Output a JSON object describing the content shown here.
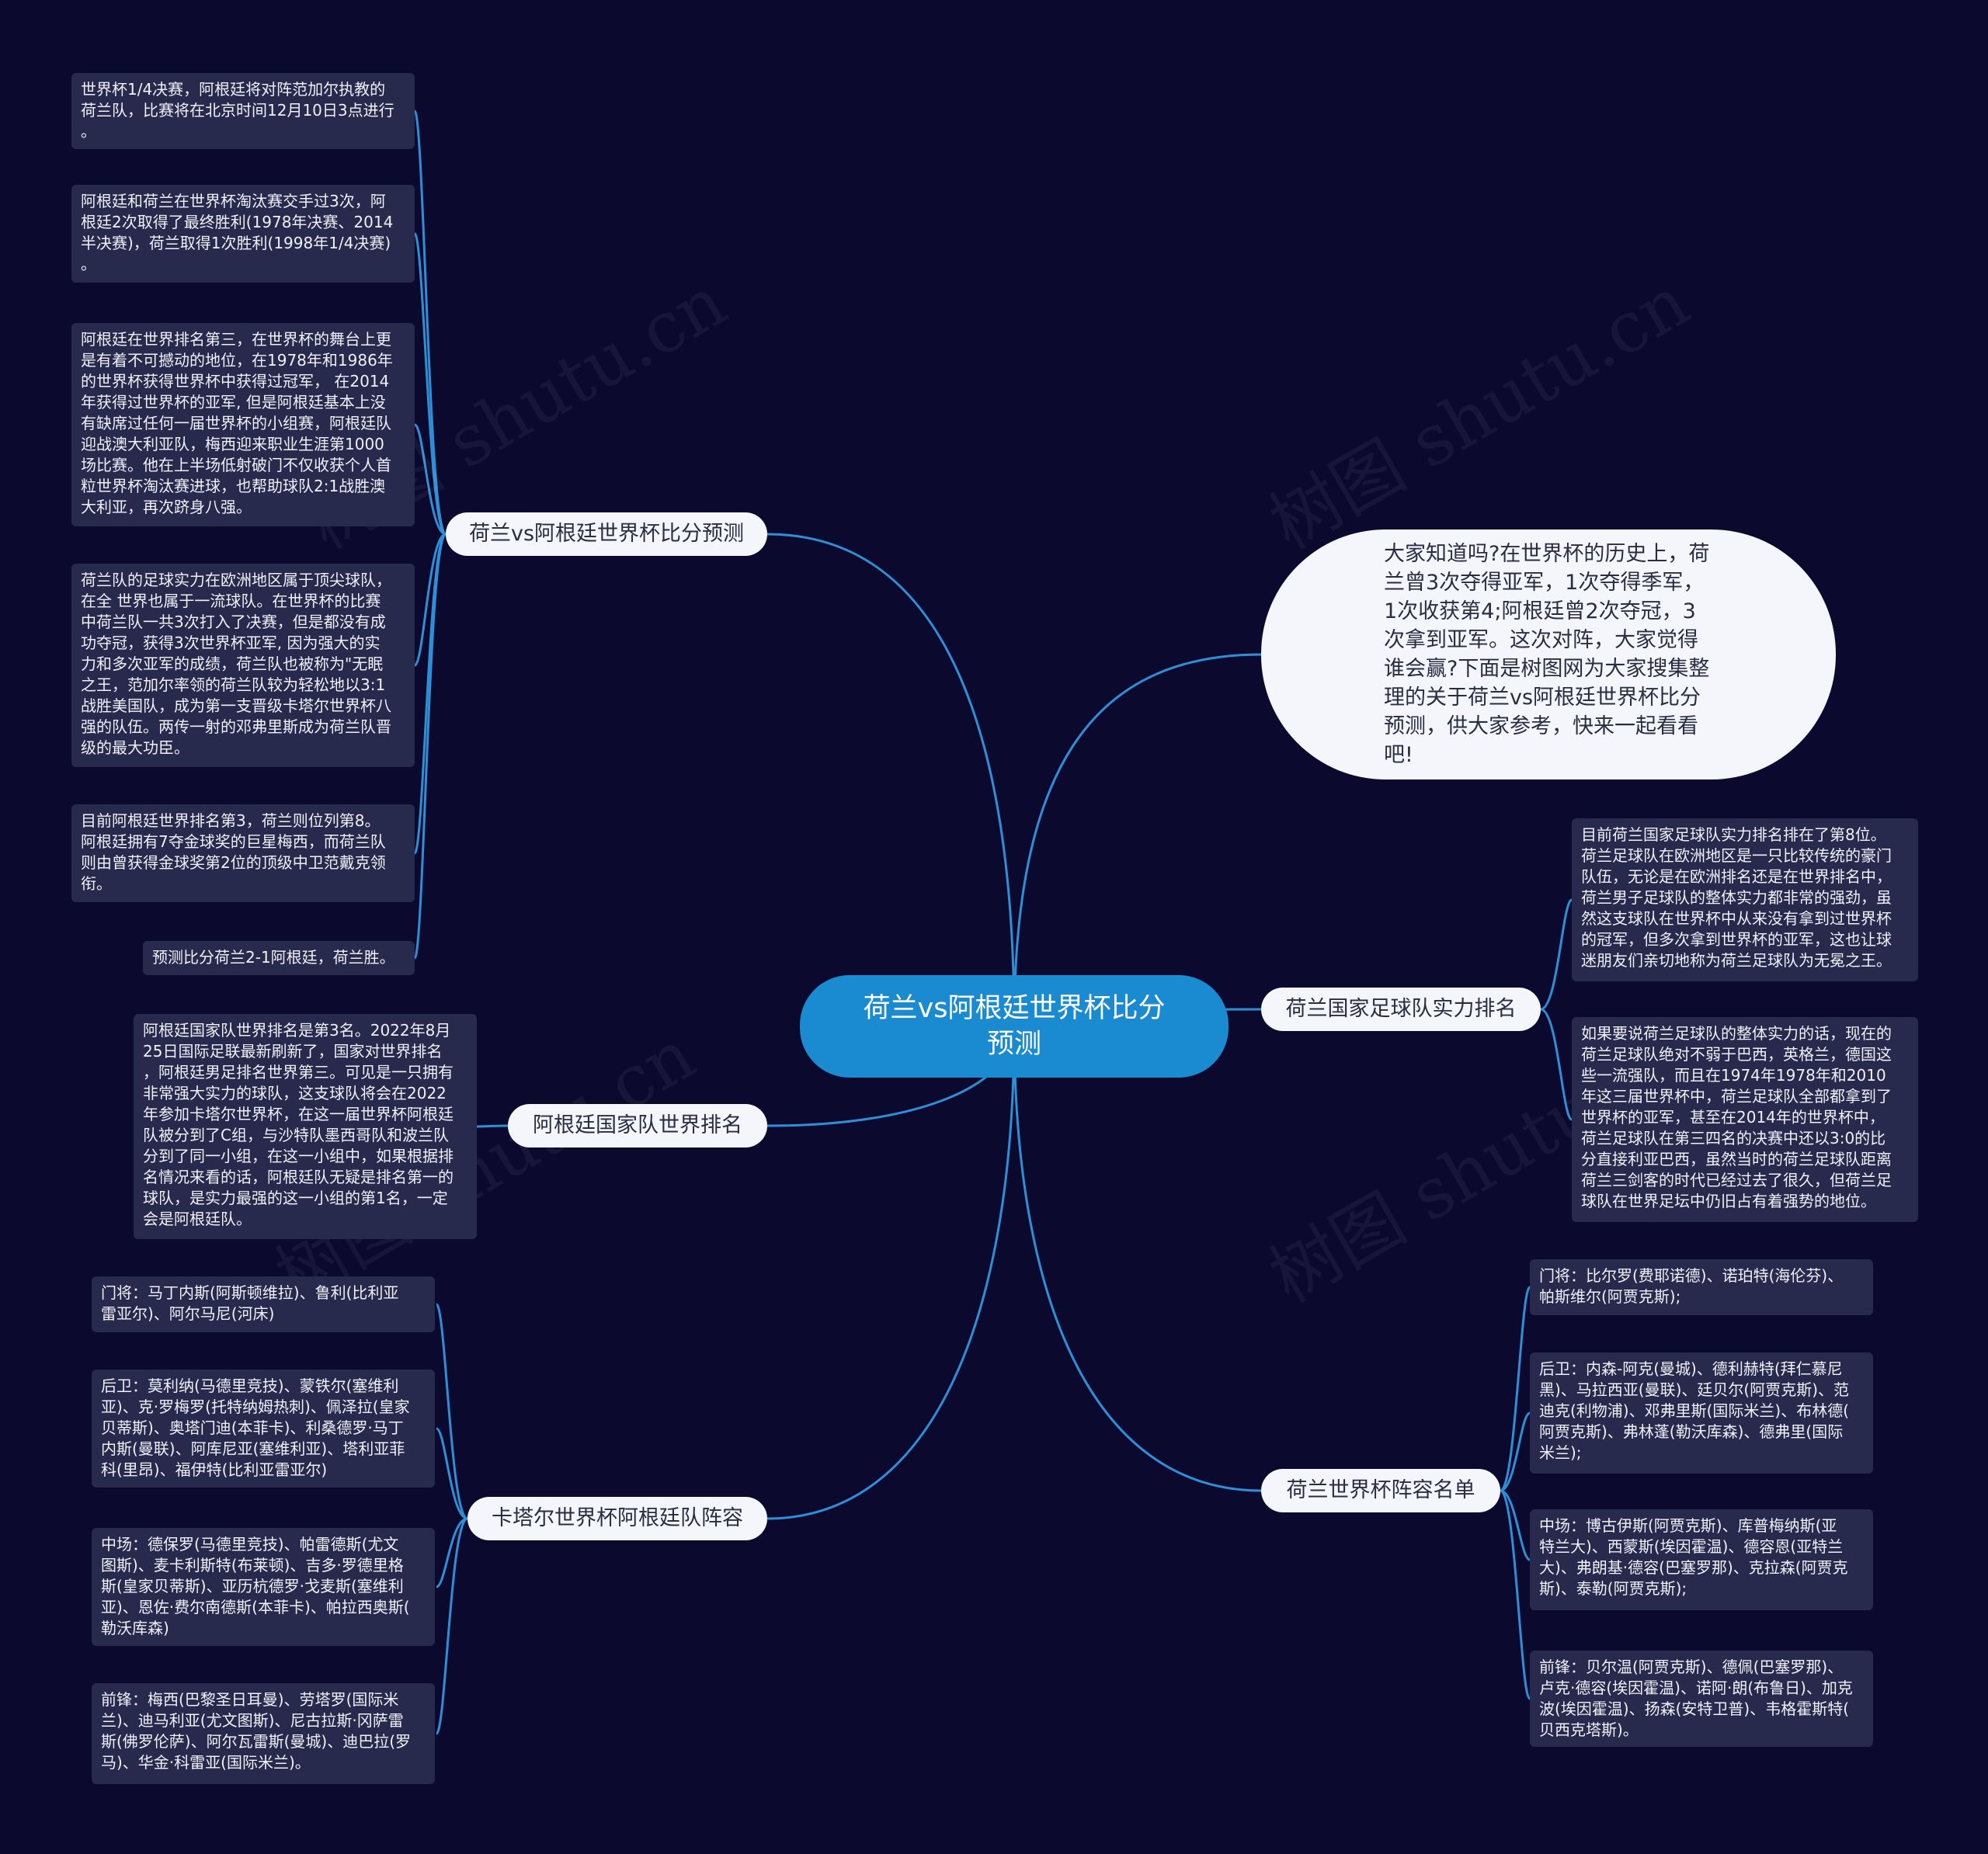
{
  "root": {
    "label": "荷兰vs阿根廷世界杯比分\n预测"
  },
  "intro": {
    "text": "大家知道吗?在世界杯的历史上，荷\n兰曾3次夺得亚军，1次夺得季军，\n1次收获第4;阿根廷曾2次夺冠，3\n次拿到亚军。这次对阵，大家觉得\n谁会赢?下面是树图网为大家搜集整\n理的关于荷兰vs阿根廷世界杯比分\n预测，供大家参考，快来一起看看\n吧!"
  },
  "watermark": "树图 shutu.cn",
  "branches": {
    "prediction": {
      "label": "荷兰vs阿根廷世界杯比分预测",
      "leaves": [
        "世界杯1/4决赛，阿根廷将对阵范加尔执教的\n荷兰队，比赛将在北京时间12月10日3点进行\n。",
        "阿根廷和荷兰在世界杯淘汰赛交手过3次，阿\n根廷2次取得了最终胜利(1978年决赛、2014\n半决赛)，荷兰取得1次胜利(1998年1/4决赛)\n。",
        "阿根廷在世界排名第三，在世界杯的舞台上更\n是有着不可撼动的地位，在1978年和1986年\n的世界杯获得世界杯中获得过冠军， 在2014\n年获得过世界杯的亚军, 但是阿根廷基本上没\n有缺席过任何一届世界杯的小组赛，阿根廷队\n迎战澳大利亚队，梅西迎来职业生涯第1000\n场比赛。他在上半场低射破门不仅收获个人首\n粒世界杯淘汰赛进球，也帮助球队2:1战胜澳\n大利亚，再次跻身八强。",
        "荷兰队的足球实力在欧洲地区属于顶尖球队，\n在全 世界也属于一流球队。在世界杯的比赛\n中荷兰队一共3次打入了决赛，但是都没有成\n功夺冠，获得3次世界杯亚军, 因为强大的实\n力和多次亚军的成绩，荷兰队也被称为\"无眠\n之王，范加尔率领的荷兰队较为轻松地以3:1\n战胜美国队，成为第一支晋级卡塔尔世界杯八\n强的队伍。两传一射的邓弗里斯成为荷兰队晋\n级的最大功臣。",
        "目前阿根廷世界排名第3，荷兰则位列第8。\n阿根廷拥有7夺金球奖的巨星梅西，而荷兰队\n则由曾获得金球奖第2位的顶级中卫范戴克领\n衔。",
        "预测比分荷兰2-1阿根廷，荷兰胜。"
      ]
    },
    "arg_rank": {
      "label": "阿根廷国家队世界排名",
      "leaves": [
        "阿根廷国家队世界排名是第3名。2022年8月\n25日国际足联最新刷新了，国家对世界排名\n，阿根廷男足排名世界第三。可见是一只拥有\n非常强大实力的球队，这支球队将会在2022\n年参加卡塔尔世界杯，在这一届世界杯阿根廷\n队被分到了C组，与沙特队墨西哥队和波兰队\n分到了同一小组，在这一小组中，如果根据排\n名情况来看的话，阿根廷队无疑是排名第一的\n球队，是实力最强的这一小组的第1名，一定\n会是阿根廷队。"
      ]
    },
    "arg_squad": {
      "label": "卡塔尔世界杯阿根廷队阵容",
      "leaves": [
        "门将：马丁内斯(阿斯顿维拉)、鲁利(比利亚\n雷亚尔)、阿尔马尼(河床)",
        "后卫：莫利纳(马德里竞技)、蒙铁尔(塞维利\n亚)、克·罗梅罗(托特纳姆热刺)、佩泽拉(皇家\n贝蒂斯)、奥塔门迪(本菲卡)、利桑德罗·马丁\n内斯(曼联)、阿库尼亚(塞维利亚)、塔利亚菲\n科(里昂)、福伊特(比利亚雷亚尔)",
        "中场：德保罗(马德里竞技)、帕雷德斯(尤文\n图斯)、麦卡利斯特(布莱顿)、吉多·罗德里格\n斯(皇家贝蒂斯)、亚历杭德罗·戈麦斯(塞维利\n亚)、恩佐·费尔南德斯(本菲卡)、帕拉西奥斯(\n勒沃库森)",
        "前锋：梅西(巴黎圣日耳曼)、劳塔罗(国际米\n兰)、迪马利亚(尤文图斯)、尼古拉斯·冈萨雷\n斯(佛罗伦萨)、阿尔瓦雷斯(曼城)、迪巴拉(罗\n马)、华金·科雷亚(国际米兰)。"
      ]
    },
    "ned_rank": {
      "label": "荷兰国家足球队实力排名",
      "leaves": [
        "目前荷兰国家足球队实力排名排在了第8位。\n荷兰足球队在欧洲地区是一只比较传统的豪门\n队伍，无论是在欧洲排名还是在世界排名中，\n荷兰男子足球队的整体实力都非常的强劲，虽\n然这支球队在世界杯中从来没有拿到过世界杯\n的冠军，但多次拿到世界杯的亚军，这也让球\n迷朋友们亲切地称为荷兰足球队为无冕之王。",
        "如果要说荷兰足球队的整体实力的话，现在的\n荷兰足球队绝对不弱于巴西，英格兰，德国这\n些一流强队，而且在1974年1978年和2010\n年这三届世界杯中，荷兰足球队全部都拿到了\n世界杯的亚军，甚至在2014年的世界杯中，\n荷兰足球队在第三四名的决赛中还以3:0的比\n分直接利亚巴西，虽然当时的荷兰足球队距离\n荷兰三剑客的时代已经过去了很久，但荷兰足\n球队在世界足坛中仍旧占有着强势的地位。"
      ]
    },
    "ned_squad": {
      "label": "荷兰世界杯阵容名单",
      "leaves": [
        "门将：比尔罗(费耶诺德)、诺珀特(海伦芬)、\n帕斯维尔(阿贾克斯);",
        "后卫：内森-阿克(曼城)、德利赫特(拜仁慕尼\n黑)、马拉西亚(曼联)、廷贝尔(阿贾克斯)、范\n迪克(利物浦)、邓弗里斯(国际米兰)、布林德(\n阿贾克斯)、弗林蓬(勒沃库森)、德弗里(国际\n米兰);",
        "中场：博古伊斯(阿贾克斯)、库普梅纳斯(亚\n特兰大)、西蒙斯(埃因霍温)、德容恩(亚特兰\n大)、弗朗基·德容(巴塞罗那)、克拉森(阿贾克\n斯)、泰勒(阿贾克斯);",
        "前锋：贝尔温(阿贾克斯)、德佩(巴塞罗那)、\n卢克·德容(埃因霍温)、诺阿·朗(布鲁日)、加克\n波(埃因霍温)、扬森(安特卫普)、韦格霍斯特(\n贝西克塔斯)。"
      ]
    }
  },
  "colors": {
    "background": "#0b0a2e",
    "line": "#2f8fd6",
    "root": "#1a8bd0",
    "topic": "#f4f6fc",
    "leaf": "#27294d"
  }
}
